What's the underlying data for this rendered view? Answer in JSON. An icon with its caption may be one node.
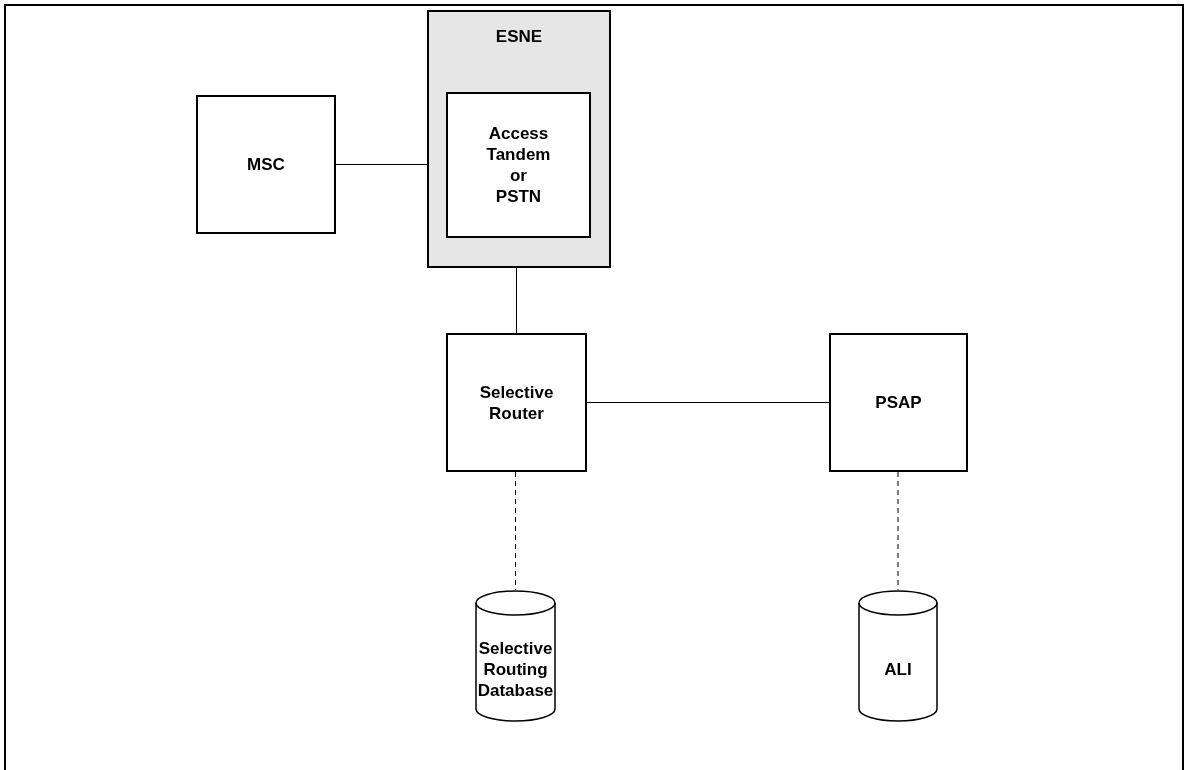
{
  "diagram": {
    "nodes": [
      {
        "text": [
          "ESNE"
        ]
      },
      {
        "text": [
          "Access Tandem or PSTN"
        ],
        "in": 0
      },
      {
        "text": [
          "MSC"
        ]
      },
      {
        "text": [
          "Selective Router"
        ]
      },
      {
        "text": [
          "PSAP"
        ]
      },
      {
        "text": [
          "Selective Routing Database"
        ]
      },
      {
        "text": [
          "ALI"
        ]
      }
    ],
    "edges": [
      {
        "from": 2,
        "to": 1,
        "arrow": "none"
      },
      {
        "from": 1,
        "to": 3,
        "arrow": "none"
      },
      {
        "from": 3,
        "to": 4,
        "arrow": "none"
      },
      {
        "from": 3,
        "to": 5,
        "arrow": "none",
        "style": "dashed"
      },
      {
        "from": 4,
        "to": 6,
        "arrow": "none",
        "style": "dashed"
      }
    ]
  }
}
